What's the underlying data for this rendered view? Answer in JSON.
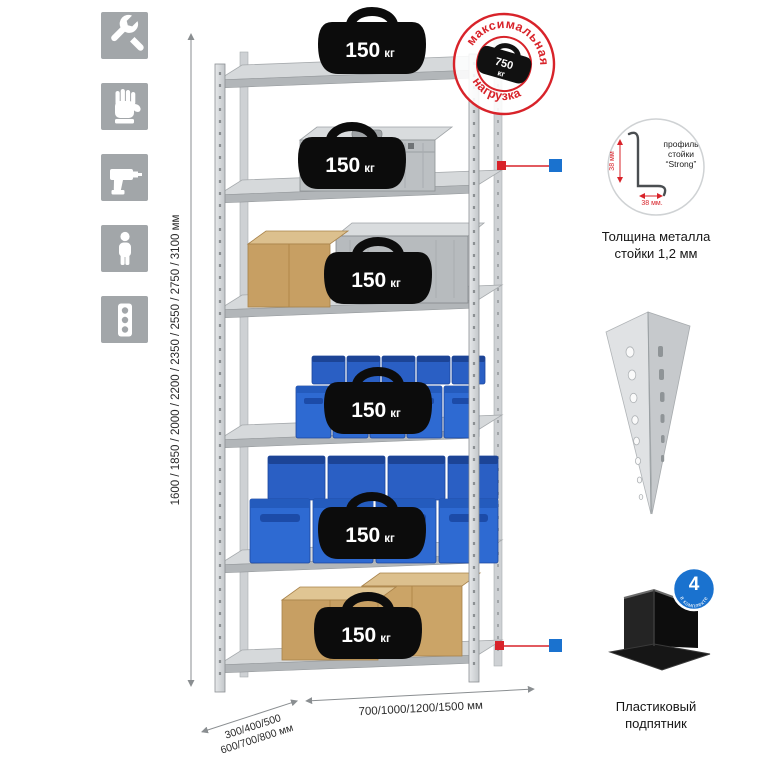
{
  "stamp": {
    "arc_top": "максимальная",
    "arc_bottom": "нагрузка",
    "value": "750",
    "unit": "кг"
  },
  "weights": {
    "value": "150",
    "unit": "кг"
  },
  "dimensions": {
    "height": "1600 / 1850 / 2000 / 2200 / 2350 / 2550 / 2750 / 3100 мм",
    "width": "700/1000/1200/1500 мм",
    "depth_line1": "300/400/500",
    "depth_line2": "600/700/800 мм"
  },
  "profile_callout": {
    "label_line1": "профиль",
    "label_line2": "стойки",
    "label_line3": "“Strong”",
    "dim_vertical": "38 мм",
    "dim_horizontal": "38 мм.",
    "caption_line1": "Толщина металла",
    "caption_line2": "стойки 1,2 мм"
  },
  "foot_callout": {
    "badge_value": "4",
    "badge_text": "в комплекте",
    "caption_line1": "Пластиковый",
    "caption_line2": "подпятник"
  },
  "left_icons": [
    {
      "name": "wrench-icon"
    },
    {
      "name": "glove-icon"
    },
    {
      "name": "drill-icon"
    },
    {
      "name": "person-icon"
    },
    {
      "name": "level-icon"
    }
  ],
  "colors": {
    "accent_red": "#d8232a",
    "accent_blue": "#1a72cf",
    "bin_blue": "#2e6ad2",
    "frame_gray": "#b4b8bb",
    "cardboard": "#c79f63"
  }
}
